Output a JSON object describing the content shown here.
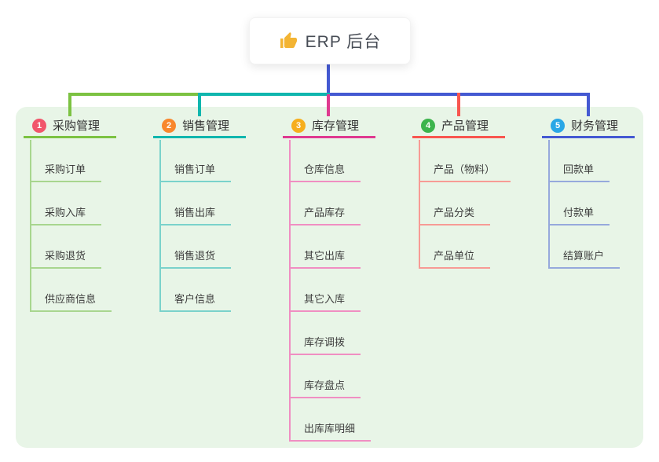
{
  "root": {
    "title": "ERP 后台",
    "icon": "thumbs-up-icon",
    "icon_color": "#f3b433"
  },
  "canvas": {
    "background": "#ffffff",
    "panel_background": "#e8f5e7",
    "connector_color": "#4c5bd5"
  },
  "branches": [
    {
      "index": "1",
      "title": "采购管理",
      "badge_color": "#f1566b",
      "line_color": "#7cc242",
      "child_line_color": "#a8d68f",
      "children": [
        "采购订单",
        "采购入库",
        "采购退货",
        "供应商信息"
      ]
    },
    {
      "index": "2",
      "title": "销售管理",
      "badge_color": "#f8872d",
      "line_color": "#10b6ae",
      "child_line_color": "#7ad2cb",
      "children": [
        "销售订单",
        "销售出库",
        "销售退货",
        "客户信息"
      ]
    },
    {
      "index": "3",
      "title": "库存管理",
      "badge_color": "#f6ae1c",
      "line_color": "#df3a90",
      "child_line_color": "#f08ec2",
      "children": [
        "仓库信息",
        "产品库存",
        "其它出库",
        "其它入库",
        "库存调拨",
        "库存盘点",
        "出库库明细"
      ]
    },
    {
      "index": "4",
      "title": "产品管理",
      "badge_color": "#3db44d",
      "line_color": "#f8564f",
      "child_line_color": "#f79b95",
      "children": [
        "产品（物料）",
        "产品分类",
        "产品单位"
      ]
    },
    {
      "index": "5",
      "title": "财务管理",
      "badge_color": "#2aa7e6",
      "line_color": "#4459d2",
      "child_line_color": "#96a9dc",
      "children": [
        "回款单",
        "付款单",
        "结算账户"
      ]
    }
  ]
}
